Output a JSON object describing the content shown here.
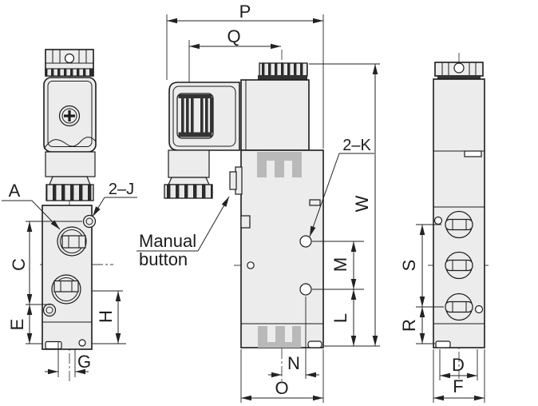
{
  "drawing": {
    "left_view": {
      "label_a": "A",
      "label_2j": "2–J",
      "dim_c": "C",
      "dim_e": "E",
      "dim_g": "G",
      "dim_h": "H"
    },
    "front_view": {
      "dim_p": "P",
      "dim_q": "Q",
      "label_2k": "2–K",
      "manual_button_line1": "Manual",
      "manual_button_line2": "button",
      "dim_w": "W",
      "dim_m": "M",
      "dim_l": "L",
      "dim_n": "N",
      "dim_o": "O"
    },
    "right_view": {
      "dim_s": "S",
      "dim_r": "R",
      "dim_d": "D",
      "dim_f": "F"
    }
  },
  "colors": {
    "outline": "#1c1c1c",
    "dimension_line": "#222222",
    "body_fill": "#ececec",
    "logo_gray": "#b9b9b9",
    "background": "#ffffff"
  }
}
